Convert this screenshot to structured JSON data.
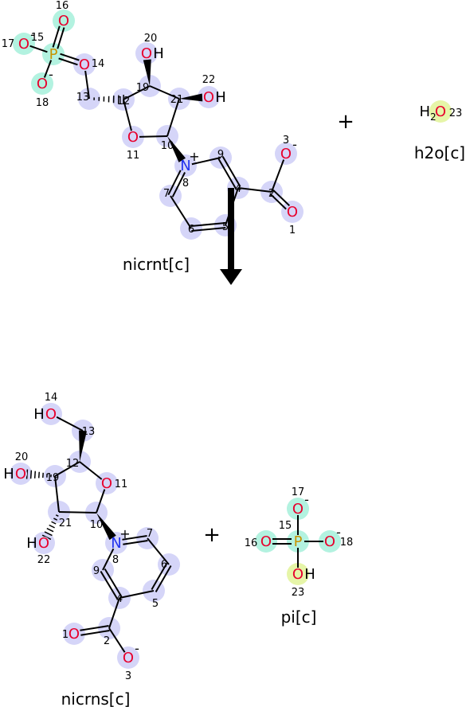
{
  "reaction": {
    "plus_sign": "+",
    "reactants": [
      {
        "name": "nicrnt[c]",
        "atoms": [
          {
            "idx": "1",
            "sym": "O",
            "el": "O",
            "charge": "",
            "h": "",
            "hl": "blue"
          },
          {
            "idx": "2",
            "sym": "",
            "el": "C",
            "charge": "",
            "h": "",
            "hl": "blue"
          },
          {
            "idx": "3",
            "sym": "O",
            "el": "O",
            "charge": "-",
            "h": "",
            "hl": "blue"
          },
          {
            "idx": "4",
            "sym": "",
            "el": "C",
            "charge": "",
            "h": "",
            "hl": "blue"
          },
          {
            "idx": "5",
            "sym": "",
            "el": "C",
            "charge": "",
            "h": "",
            "hl": "blue"
          },
          {
            "idx": "6",
            "sym": "",
            "el": "C",
            "charge": "",
            "h": "",
            "hl": "blue"
          },
          {
            "idx": "7",
            "sym": "",
            "el": "C",
            "charge": "",
            "h": "",
            "hl": "blue"
          },
          {
            "idx": "8",
            "sym": "N",
            "el": "N",
            "charge": "+",
            "h": "",
            "hl": "blue"
          },
          {
            "idx": "9",
            "sym": "",
            "el": "C",
            "charge": "",
            "h": "",
            "hl": "blue"
          },
          {
            "idx": "10",
            "sym": "",
            "el": "C",
            "charge": "",
            "h": "",
            "hl": "blue"
          },
          {
            "idx": "11",
            "sym": "O",
            "el": "O",
            "charge": "",
            "h": "",
            "hl": "blue"
          },
          {
            "idx": "12",
            "sym": "",
            "el": "C",
            "charge": "",
            "h": "",
            "hl": "blue"
          },
          {
            "idx": "13",
            "sym": "",
            "el": "C",
            "charge": "",
            "h": "",
            "hl": "blue"
          },
          {
            "idx": "14",
            "sym": "O",
            "el": "O",
            "charge": "",
            "h": "",
            "hl": "blue"
          },
          {
            "idx": "15",
            "sym": "P",
            "el": "P",
            "charge": "",
            "h": "",
            "hl": "green"
          },
          {
            "idx": "16",
            "sym": "O",
            "el": "O",
            "charge": "",
            "h": "",
            "hl": "green"
          },
          {
            "idx": "17",
            "sym": "O",
            "el": "O",
            "charge": "-",
            "h": "",
            "hl": "green"
          },
          {
            "idx": "18",
            "sym": "O",
            "el": "O",
            "charge": "-",
            "h": "",
            "hl": "green"
          },
          {
            "idx": "19",
            "sym": "",
            "el": "C",
            "charge": "",
            "h": "",
            "hl": "blue"
          },
          {
            "idx": "20",
            "sym": "O",
            "el": "O",
            "charge": "",
            "h": "H",
            "hl": "blue"
          },
          {
            "idx": "21",
            "sym": "",
            "el": "C",
            "charge": "",
            "h": "",
            "hl": "blue"
          },
          {
            "idx": "22",
            "sym": "O",
            "el": "O",
            "charge": "",
            "h": "H",
            "hl": "blue"
          }
        ]
      },
      {
        "name": "h2o[c]",
        "atoms": [
          {
            "idx": "23",
            "sym": "O",
            "el": "O",
            "charge": "",
            "h": "H2",
            "hl": "yellow"
          }
        ]
      }
    ],
    "products": [
      {
        "name": "nicrns[c]",
        "atoms": [
          {
            "idx": "1",
            "sym": "O",
            "el": "O",
            "charge": "",
            "h": "",
            "hl": "blue"
          },
          {
            "idx": "2",
            "sym": "",
            "el": "C",
            "charge": "",
            "h": "",
            "hl": "blue"
          },
          {
            "idx": "3",
            "sym": "O",
            "el": "O",
            "charge": "-",
            "h": "",
            "hl": "blue"
          },
          {
            "idx": "4",
            "sym": "",
            "el": "C",
            "charge": "",
            "h": "",
            "hl": "blue"
          },
          {
            "idx": "5",
            "sym": "",
            "el": "C",
            "charge": "",
            "h": "",
            "hl": "blue"
          },
          {
            "idx": "6",
            "sym": "",
            "el": "C",
            "charge": "",
            "h": "",
            "hl": "blue"
          },
          {
            "idx": "7",
            "sym": "",
            "el": "C",
            "charge": "",
            "h": "",
            "hl": "blue"
          },
          {
            "idx": "8",
            "sym": "N",
            "el": "N",
            "charge": "+",
            "h": "",
            "hl": "blue"
          },
          {
            "idx": "9",
            "sym": "",
            "el": "C",
            "charge": "",
            "h": "",
            "hl": "blue"
          },
          {
            "idx": "10",
            "sym": "",
            "el": "C",
            "charge": "",
            "h": "",
            "hl": "blue"
          },
          {
            "idx": "11",
            "sym": "O",
            "el": "O",
            "charge": "",
            "h": "",
            "hl": "blue"
          },
          {
            "idx": "12",
            "sym": "",
            "el": "C",
            "charge": "",
            "h": "",
            "hl": "blue"
          },
          {
            "idx": "13",
            "sym": "",
            "el": "C",
            "charge": "",
            "h": "",
            "hl": "blue"
          },
          {
            "idx": "14",
            "sym": "O",
            "el": "O",
            "charge": "",
            "h": "H",
            "hl": "blue"
          },
          {
            "idx": "19",
            "sym": "",
            "el": "C",
            "charge": "",
            "h": "",
            "hl": "blue"
          },
          {
            "idx": "20",
            "sym": "O",
            "el": "O",
            "charge": "",
            "h": "H",
            "hl": "blue"
          },
          {
            "idx": "21",
            "sym": "",
            "el": "C",
            "charge": "",
            "h": "",
            "hl": "blue"
          },
          {
            "idx": "22",
            "sym": "O",
            "el": "O",
            "charge": "",
            "h": "H",
            "hl": "blue"
          }
        ]
      },
      {
        "name": "pi[c]",
        "atoms": [
          {
            "idx": "15",
            "sym": "P",
            "el": "P",
            "charge": "",
            "h": "",
            "hl": "green"
          },
          {
            "idx": "16",
            "sym": "O",
            "el": "O",
            "charge": "",
            "h": "",
            "hl": "green"
          },
          {
            "idx": "17",
            "sym": "O",
            "el": "O",
            "charge": "-",
            "h": "",
            "hl": "green"
          },
          {
            "idx": "18",
            "sym": "O",
            "el": "O",
            "charge": "-",
            "h": "",
            "hl": "green"
          },
          {
            "idx": "23",
            "sym": "O",
            "el": "O",
            "charge": "",
            "h": "H",
            "hl": "yellow"
          }
        ]
      }
    ]
  },
  "colors": {
    "highlight_blue": "#d5d5f8",
    "highlight_green": "#b3f2e0",
    "highlight_yellow": "#e6f5a8",
    "oxygen": "#e8002d",
    "nitrogen": "#2233ee",
    "phosphorus": "#c79400",
    "ink": "#000000"
  }
}
